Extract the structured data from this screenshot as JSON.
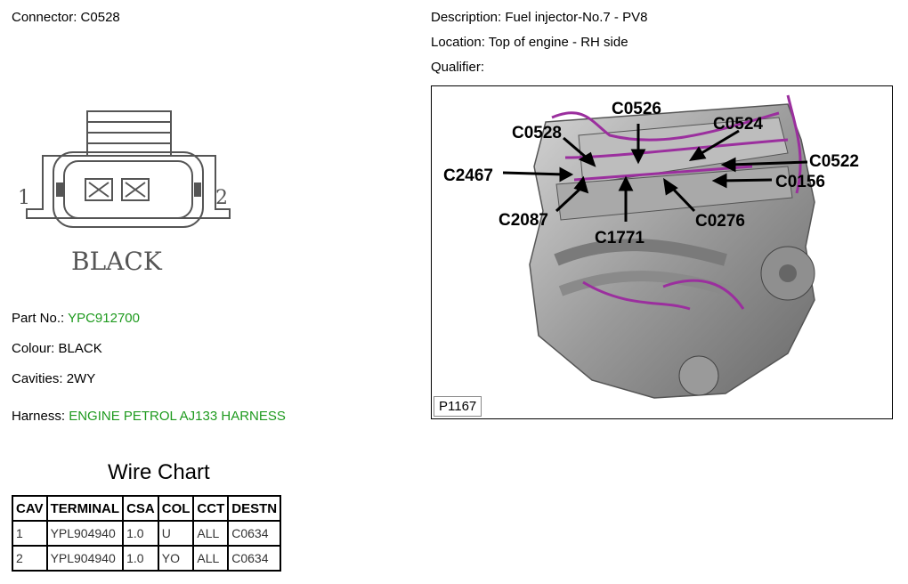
{
  "connector": {
    "label": "Connector:",
    "value": "C0528"
  },
  "description": {
    "label": "Description:",
    "value": "Fuel injector-No.7 - PV8"
  },
  "location": {
    "label": "Location:",
    "value": "Top of engine - RH side"
  },
  "qualifier": {
    "label": "Qualifier:",
    "value": ""
  },
  "drawing": {
    "pin_left": "1",
    "pin_right": "2",
    "color_text": "BLACK"
  },
  "part_no": {
    "label": "Part No.:",
    "value": "YPC912700"
  },
  "colour": {
    "label": "Colour:",
    "value": "BLACK"
  },
  "cavities": {
    "label": "Cavities:",
    "value": "2WY"
  },
  "harness": {
    "label": "Harness:",
    "value": "ENGINE PETROL AJ133 HARNESS"
  },
  "photo": {
    "caption": "P1167",
    "callouts": [
      "C0526",
      "C0528",
      "C0524",
      "C0522",
      "C2467",
      "C0156",
      "C2087",
      "C0276",
      "C1771"
    ]
  },
  "wire_chart": {
    "title": "Wire Chart",
    "headers": [
      "CAV",
      "TERMINAL",
      "CSA",
      "COL",
      "CCT",
      "DESTN"
    ],
    "rows": [
      [
        "1",
        "YPL904940",
        "1.0",
        "U",
        "ALL",
        "C0634"
      ],
      [
        "2",
        "YPL904940",
        "1.0",
        "YO",
        "ALL",
        "C0634"
      ]
    ]
  },
  "colors": {
    "link_green": "#1e9a1e",
    "harness_purple": "#9b2f9e"
  }
}
